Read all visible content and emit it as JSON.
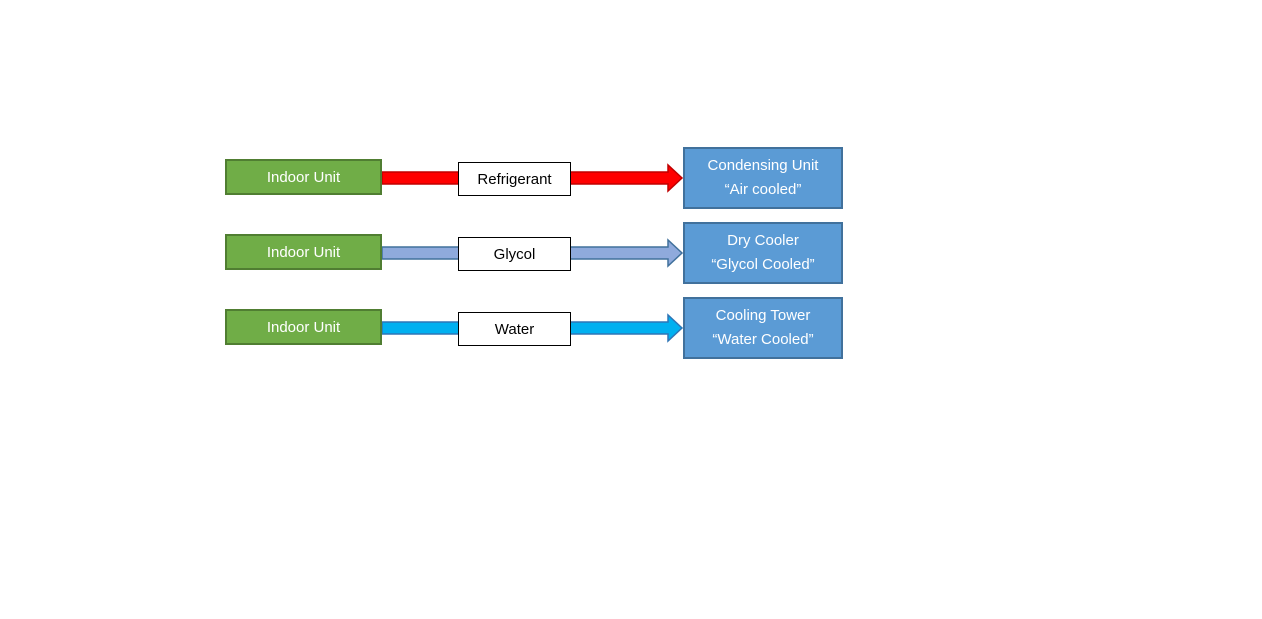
{
  "rows": [
    {
      "indoor": "Indoor Unit",
      "medium": "Refrigerant",
      "outdoor_line1": "Condensing Unit",
      "outdoor_line2": "“Air cooled”",
      "arrow_fill": "#ff0000",
      "arrow_stroke": "#c00000"
    },
    {
      "indoor": "Indoor Unit",
      "medium": "Glycol",
      "outdoor_line1": "Dry Cooler",
      "outdoor_line2": "“Glycol Cooled”",
      "arrow_fill": "#8faadc",
      "arrow_stroke": "#41719c"
    },
    {
      "indoor": "Indoor Unit",
      "medium": "Water",
      "outdoor_line1": "Cooling Tower",
      "outdoor_line2": "“Water Cooled”",
      "arrow_fill": "#00b0f0",
      "arrow_stroke": "#2e75b6"
    }
  ],
  "colors": {
    "indoor_fill": "#70ad47",
    "indoor_border": "#507e32",
    "outdoor_fill": "#5b9bd5",
    "outdoor_border": "#41719c"
  }
}
